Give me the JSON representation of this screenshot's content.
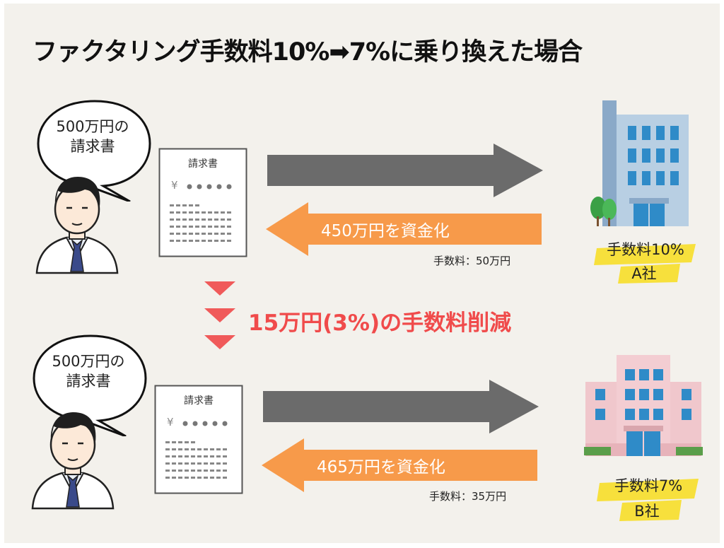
{
  "title": "ファクタリング手数料10%➡7%に乗り換えた場合",
  "savings_text": "15万円(3%)の手数料削減",
  "colors": {
    "background": "#f3f1ec",
    "gray_arrow": "#6b6b6b",
    "orange_arrow": "#f79a4a",
    "savings_red": "#f04b4b",
    "highlight_yellow": "#f7e03c",
    "building_blue": "#b8cfe3",
    "building_pink": "#f0c7cc"
  },
  "scenarios": [
    {
      "bubble_line1": "500万円の",
      "bubble_line2": "請求書",
      "document_title": "請求書",
      "document_yen": "¥",
      "funded_label": "450万円を資金化",
      "fee_label": "手数料：50万円",
      "company_fee": "手数料10%",
      "company_name": "A社",
      "building_icon": "office-building-blue-icon"
    },
    {
      "bubble_line1": "500万円の",
      "bubble_line2": "請求書",
      "document_title": "請求書",
      "document_yen": "¥",
      "funded_label": "465万円を資金化",
      "fee_label": "手数料：35万円",
      "company_fee": "手数料7%",
      "company_name": "B社",
      "building_icon": "office-building-pink-icon"
    }
  ]
}
